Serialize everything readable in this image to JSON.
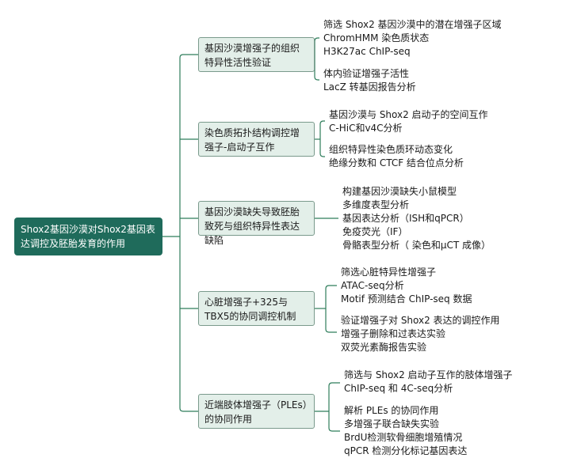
{
  "root": {
    "label": "Shox2基因沙漠对Shox2基因表达调控及胚胎发育的作用"
  },
  "branches": [
    {
      "label": "基因沙漠增强子的组织特异性活性验证",
      "groups": [
        [
          "筛选 Shox2 基因沙漠中的潜在增强子区域",
          "ChromHMM 染色质状态",
          "H3K27ac ChIP-seq"
        ],
        [
          "体内验证增强子活性",
          "LacZ 转基因报告分析"
        ]
      ]
    },
    {
      "label": "染色质拓扑结构调控增强子-启动子互作",
      "groups": [
        [
          "基因沙漠与 Shox2 启动子的空间互作",
          "C-HiC和v4C分析"
        ],
        [
          "组织特异性染色质环动态变化",
          "绝缘分数和 CTCF 结合位点分析"
        ]
      ]
    },
    {
      "label": "基因沙漠缺失导致胚胎致死与组织特异性表达缺陷",
      "groups": [
        [
          "构建基因沙漠缺失小鼠模型",
          "多维度表型分析",
          "基因表达分析（ISH和qPCR）",
          "免疫荧光（IF）",
          "骨骼表型分析（ 染色和μCT 成像）"
        ]
      ]
    },
    {
      "label": "心脏增强子+325与TBX5的协同调控机制",
      "groups": [
        [
          "筛选心脏特异性增强子",
          "ATAC-seq分析",
          "Motif 预测结合 ChIP-seq 数据"
        ],
        [
          "验证增强子对 Shox2 表达的调控作用",
          "增强子删除和过表达实验",
          "双荧光素酶报告实验"
        ]
      ]
    },
    {
      "label": "近端肢体增强子（PLEs）的协同作用",
      "groups": [
        [
          "筛选与 Shox2 启动子互作的肢体增强子",
          "ChIP-seq 和 4C-seq分析"
        ],
        [
          "解析 PLEs 的协同作用",
          "多增强子联合缺失实验",
          "BrdU检测软骨细胞增殖情况",
          "qPCR 检测分化标记基因表达"
        ]
      ]
    }
  ],
  "colors": {
    "root_fill": "#1f6b5b",
    "branch_fill": "#e3efe9",
    "branch_border": "#7a9a8c",
    "connector": "#2e7d5b"
  }
}
